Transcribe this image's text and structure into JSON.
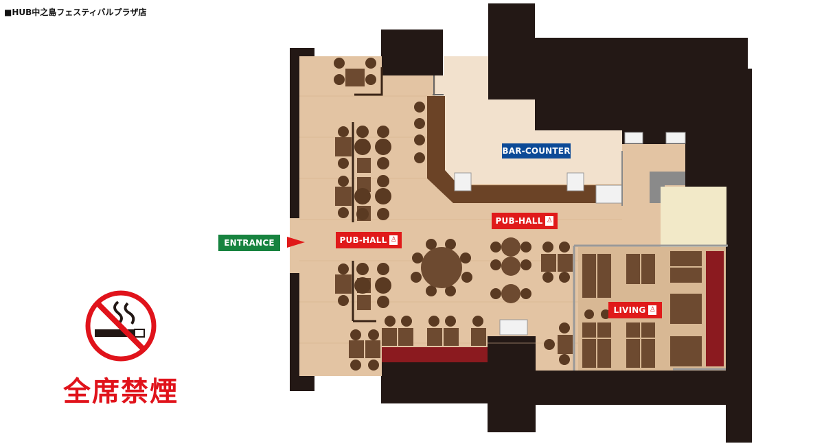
{
  "header": {
    "title": "■HUB中之島フェスティバルプラザ店"
  },
  "labels": {
    "entrance": "ENTRANCE",
    "bar_counter": "BAR-COUNTER",
    "pub_hall_left": "PUB-HALL",
    "pub_hall_right": "PUB-HALL",
    "living": "LIVING"
  },
  "notice": {
    "no_smoking": "全席禁煙"
  },
  "colors": {
    "wall": "#231815",
    "floor": "#e3c4a3",
    "bar": "#f2e1cd",
    "counter": "#6b4326",
    "table": "#6d4a30",
    "chair": "#5a3a22",
    "sofa": "#8b1a1f",
    "living_floor": "#f2e9c8",
    "entrance_green": "#17833f",
    "bar_blue": "#0c4a97",
    "pub_red": "#e01a1a"
  }
}
